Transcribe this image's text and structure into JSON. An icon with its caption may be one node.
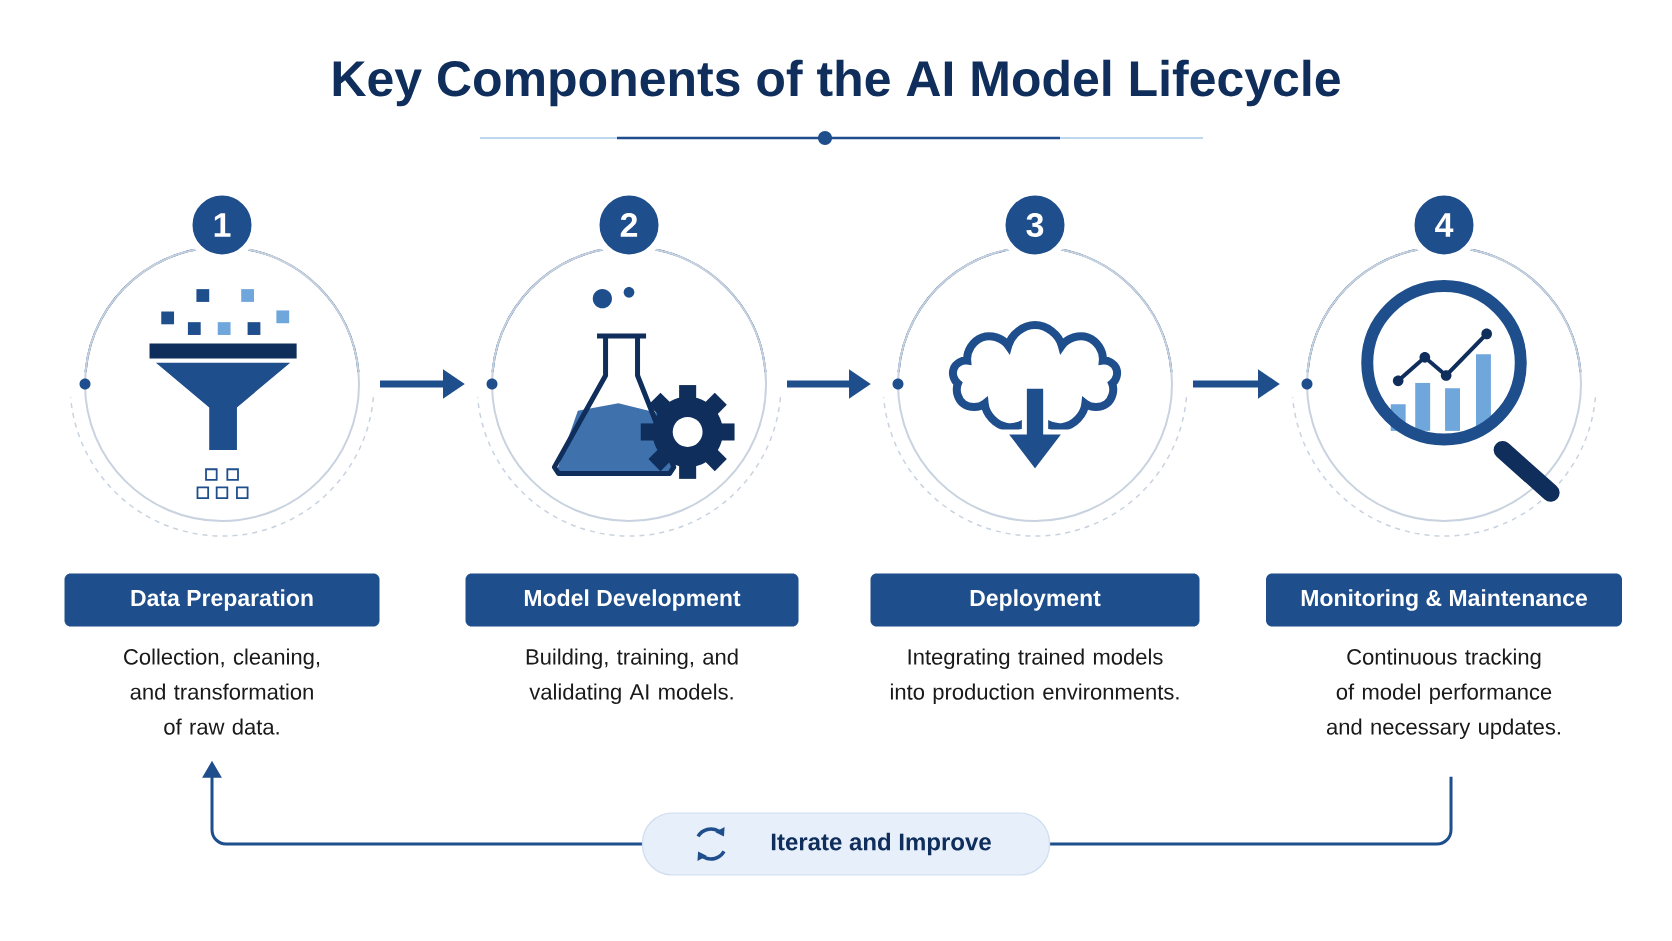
{
  "diagram": {
    "title": "Key Components of the AI Model Lifecycle",
    "nodes": [
      {
        "text": [
          "1"
        ]
      },
      {
        "text": [
          "2"
        ]
      },
      {
        "text": [
          "3"
        ]
      },
      {
        "text": [
          "4"
        ]
      },
      {
        "text": [
          "Data Preparation"
        ],
        "beside": [
          "Collection, cleaning, and transformation of raw data."
        ]
      },
      {
        "text": [
          "Model Development"
        ],
        "beside": [
          "Building, training, and validating AI models."
        ]
      },
      {
        "text": [
          "Deployment"
        ],
        "beside": [
          "Integrating trained models into production environments."
        ]
      },
      {
        "text": [
          "Monitoring & Maintenance"
        ],
        "beside": [
          "Continuous tracking of model performance and necessary updates."
        ]
      },
      {
        "text": [
          "Iterate and Improve"
        ]
      }
    ],
    "edges": [
      {
        "from": 0,
        "to": 1,
        "arrow": "to"
      },
      {
        "from": 1,
        "to": 2,
        "arrow": "to"
      },
      {
        "from": 2,
        "to": 3,
        "arrow": "to"
      },
      {
        "from": 7,
        "to": 8,
        "arrow": "none"
      },
      {
        "from": 8,
        "to": 4,
        "arrow": "to"
      }
    ]
  }
}
